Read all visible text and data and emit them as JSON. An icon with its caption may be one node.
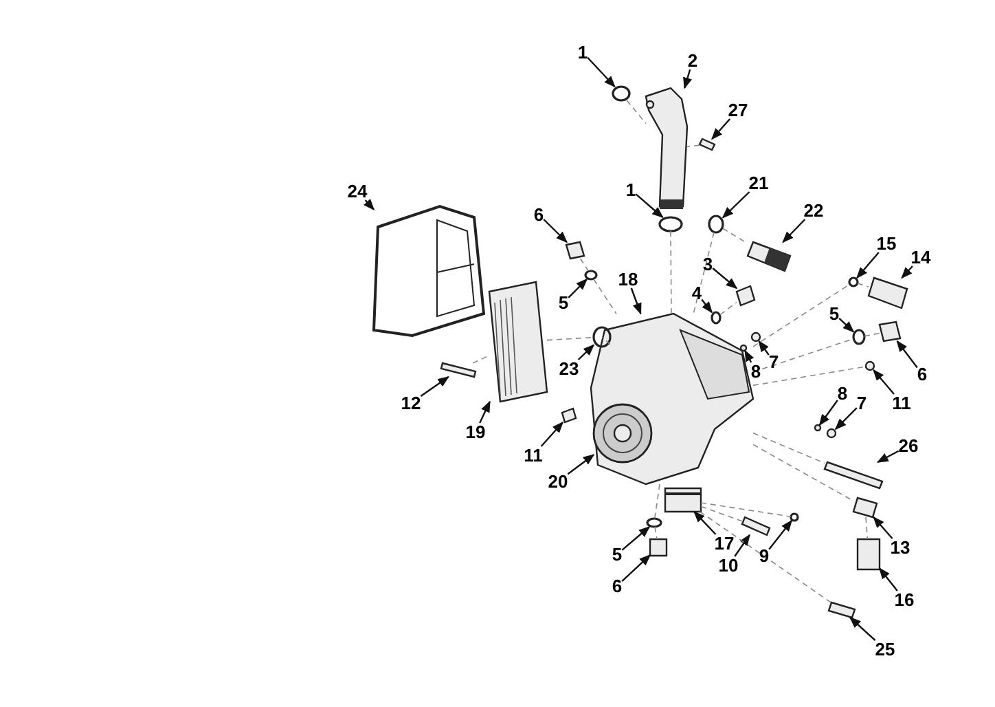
{
  "diagram": {
    "nodes": [
      {
        "text": [
          "1"
        ]
      },
      {
        "text": [
          "2"
        ]
      },
      {
        "text": [
          "27"
        ]
      },
      {
        "text": [
          "1"
        ]
      },
      {
        "text": [
          "21"
        ]
      },
      {
        "text": [
          "22"
        ]
      },
      {
        "text": [
          "6"
        ]
      },
      {
        "text": [
          "24"
        ]
      },
      {
        "text": [
          "18"
        ]
      },
      {
        "text": [
          "3"
        ]
      },
      {
        "text": [
          "4"
        ]
      },
      {
        "text": [
          "15"
        ]
      },
      {
        "text": [
          "14"
        ]
      },
      {
        "text": [
          "5"
        ]
      },
      {
        "text": [
          "5"
        ]
      },
      {
        "text": [
          "23"
        ]
      },
      {
        "text": [
          "8"
        ]
      },
      {
        "text": [
          "7"
        ]
      },
      {
        "text": [
          "6"
        ]
      },
      {
        "text": [
          "11"
        ]
      },
      {
        "text": [
          "12"
        ]
      },
      {
        "text": [
          "19"
        ]
      },
      {
        "text": [
          "8"
        ]
      },
      {
        "text": [
          "7"
        ]
      },
      {
        "text": [
          "11"
        ]
      },
      {
        "text": [
          "26"
        ]
      },
      {
        "text": [
          "20"
        ]
      },
      {
        "text": [
          "13"
        ]
      },
      {
        "text": [
          "17"
        ]
      },
      {
        "text": [
          "5"
        ]
      },
      {
        "text": [
          "10"
        ]
      },
      {
        "text": [
          "9"
        ]
      },
      {
        "text": [
          "6"
        ]
      },
      {
        "text": [
          "16"
        ]
      },
      {
        "text": [
          "25"
        ]
      },
      {
        "text": [],
        "shape": "circle"
      },
      {
        "text": [],
        "shape": "picture"
      },
      {
        "text": [],
        "shape": "box"
      },
      {
        "text": [],
        "shape": "circle"
      },
      {
        "text": [],
        "shape": "circle"
      },
      {
        "text": [],
        "shape": "picture"
      },
      {
        "text": [],
        "shape": "box"
      },
      {
        "text": [],
        "shape": "picture"
      },
      {
        "text": [],
        "shape": "picture"
      },
      {
        "text": [],
        "shape": "box"
      },
      {
        "text": [],
        "shape": "circle"
      },
      {
        "text": [],
        "shape": "circle"
      },
      {
        "text": [],
        "shape": "box"
      },
      {
        "text": [],
        "shape": "circle"
      },
      {
        "text": [],
        "shape": "circle"
      },
      {
        "text": [],
        "shape": "circle"
      },
      {
        "text": [],
        "shape": "circle"
      },
      {
        "text": [],
        "shape": "circle"
      },
      {
        "text": [],
        "shape": "box"
      },
      {
        "text": [],
        "shape": "circle"
      },
      {
        "text": [],
        "shape": "box"
      },
      {
        "text": [],
        "shape": "picture"
      },
      {
        "text": [],
        "shape": "circle"
      },
      {
        "text": [],
        "shape": "circle"
      },
      {
        "text": [],
        "shape": "box"
      },
      {
        "text": [],
        "shape": "box"
      },
      {
        "text": [],
        "shape": "picture",
        "in": 43
      },
      {
        "text": [],
        "shape": "box"
      },
      {
        "text": [],
        "shape": "picture"
      },
      {
        "text": [],
        "shape": "circle"
      },
      {
        "text": [],
        "shape": "box"
      },
      {
        "text": [],
        "shape": "circle"
      },
      {
        "text": [],
        "shape": "box"
      },
      {
        "text": [],
        "shape": "box"
      },
      {
        "text": [],
        "shape": "box"
      }
    ],
    "edges": [
      {
        "from": 0,
        "to": 35,
        "arrow": "to"
      },
      {
        "from": 1,
        "to": 36,
        "arrow": "to"
      },
      {
        "from": 2,
        "to": 37,
        "arrow": "to"
      },
      {
        "from": 3,
        "to": 38,
        "arrow": "to"
      },
      {
        "from": 4,
        "to": 39,
        "arrow": "to"
      },
      {
        "from": 5,
        "to": 40,
        "arrow": "to"
      },
      {
        "from": 6,
        "to": 41,
        "arrow": "to"
      },
      {
        "from": 7,
        "to": 42,
        "arrow": "to"
      },
      {
        "from": 8,
        "to": 43,
        "arrow": "to"
      },
      {
        "from": 9,
        "to": 44,
        "arrow": "to"
      },
      {
        "from": 10,
        "to": 45,
        "arrow": "to"
      },
      {
        "from": 11,
        "to": 46,
        "arrow": "to"
      },
      {
        "from": 12,
        "to": 47,
        "arrow": "to"
      },
      {
        "from": 13,
        "to": 48,
        "arrow": "to"
      },
      {
        "from": 14,
        "to": 49,
        "arrow": "to"
      },
      {
        "from": 15,
        "to": 50,
        "arrow": "to"
      },
      {
        "from": 16,
        "to": 51,
        "arrow": "to"
      },
      {
        "from": 17,
        "to": 52,
        "arrow": "to"
      },
      {
        "from": 18,
        "to": 53,
        "arrow": "to"
      },
      {
        "from": 19,
        "to": 54,
        "arrow": "to"
      },
      {
        "from": 20,
        "to": 55,
        "arrow": "to"
      },
      {
        "from": 21,
        "to": 56,
        "arrow": "to"
      },
      {
        "from": 22,
        "to": 57,
        "arrow": "to"
      },
      {
        "from": 23,
        "to": 58,
        "arrow": "to"
      },
      {
        "from": 24,
        "to": 59,
        "arrow": "to"
      },
      {
        "from": 25,
        "to": 60,
        "arrow": "to"
      },
      {
        "from": 26,
        "to": 61,
        "arrow": "to"
      },
      {
        "from": 27,
        "to": 62,
        "arrow": "to"
      },
      {
        "from": 28,
        "to": 63,
        "arrow": "to"
      },
      {
        "from": 29,
        "to": 64,
        "arrow": "to"
      },
      {
        "from": 30,
        "to": 65,
        "arrow": "to"
      },
      {
        "from": 31,
        "to": 66,
        "arrow": "to"
      },
      {
        "from": 32,
        "to": 67,
        "arrow": "to"
      },
      {
        "from": 33,
        "to": 68,
        "arrow": "to"
      },
      {
        "from": 34,
        "to": 69,
        "arrow": "to"
      },
      {
        "from": 35,
        "to": 36,
        "arrow": "none",
        "style": "dashed",
        "color": "#888888"
      },
      {
        "from": 37,
        "to": 36,
        "arrow": "none",
        "style": "dashed",
        "color": "#888888"
      },
      {
        "from": 38,
        "to": 43,
        "arrow": "none",
        "style": "dashed",
        "color": "#888888"
      },
      {
        "from": 39,
        "to": 40,
        "arrow": "none",
        "style": "dashed",
        "color": "#888888"
      },
      {
        "from": 39,
        "to": 43,
        "arrow": "none",
        "style": "dashed",
        "color": "#888888"
      },
      {
        "from": 41,
        "to": 48,
        "arrow": "none",
        "style": "dashed",
        "color": "#888888"
      },
      {
        "from": 48,
        "to": 43,
        "arrow": "none",
        "style": "dashed",
        "color": "#888888"
      },
      {
        "from": 56,
        "to": 50,
        "arrow": "none",
        "style": "dashed",
        "color": "#888888"
      },
      {
        "from": 50,
        "to": 43,
        "arrow": "none",
        "style": "dashed",
        "color": "#888888"
      },
      {
        "from": 55,
        "to": 56,
        "arrow": "none",
        "style": "dashed",
        "color": "#888888"
      },
      {
        "from": 45,
        "to": 44,
        "arrow": "none",
        "style": "dashed",
        "color": "#888888"
      },
      {
        "from": 43,
        "to": 46,
        "arrow": "none",
        "style": "dashed",
        "color": "#888888"
      },
      {
        "from": 46,
        "to": 47,
        "arrow": "none",
        "style": "dashed",
        "color": "#888888"
      },
      {
        "from": 43,
        "to": 49,
        "arrow": "none",
        "style": "dashed",
        "color": "#888888"
      },
      {
        "from": 49,
        "to": 53,
        "arrow": "none",
        "style": "dashed",
        "color": "#888888"
      },
      {
        "from": 43,
        "to": 54,
        "arrow": "none",
        "style": "dashed",
        "color": "#888888"
      },
      {
        "from": 43,
        "to": 60,
        "arrow": "none",
        "style": "dashed",
        "color": "#888888"
      },
      {
        "from": 43,
        "to": 62,
        "arrow": "none",
        "style": "dashed",
        "color": "#888888"
      },
      {
        "from": 62,
        "to": 68,
        "arrow": "none",
        "style": "dashed",
        "color": "#888888"
      },
      {
        "from": 63,
        "to": 65,
        "arrow": "none",
        "style": "dashed",
        "color": "#888888"
      },
      {
        "from": 63,
        "to": 66,
        "arrow": "none",
        "style": "dashed",
        "color": "#888888"
      },
      {
        "from": 63,
        "to": 69,
        "arrow": "none",
        "style": "dashed",
        "color": "#888888"
      },
      {
        "from": 43,
        "to": 64,
        "arrow": "none",
        "style": "dashed",
        "color": "#888888"
      },
      {
        "from": 64,
        "to": 67,
        "arrow": "none",
        "style": "dashed",
        "color": "#888888"
      }
    ]
  }
}
